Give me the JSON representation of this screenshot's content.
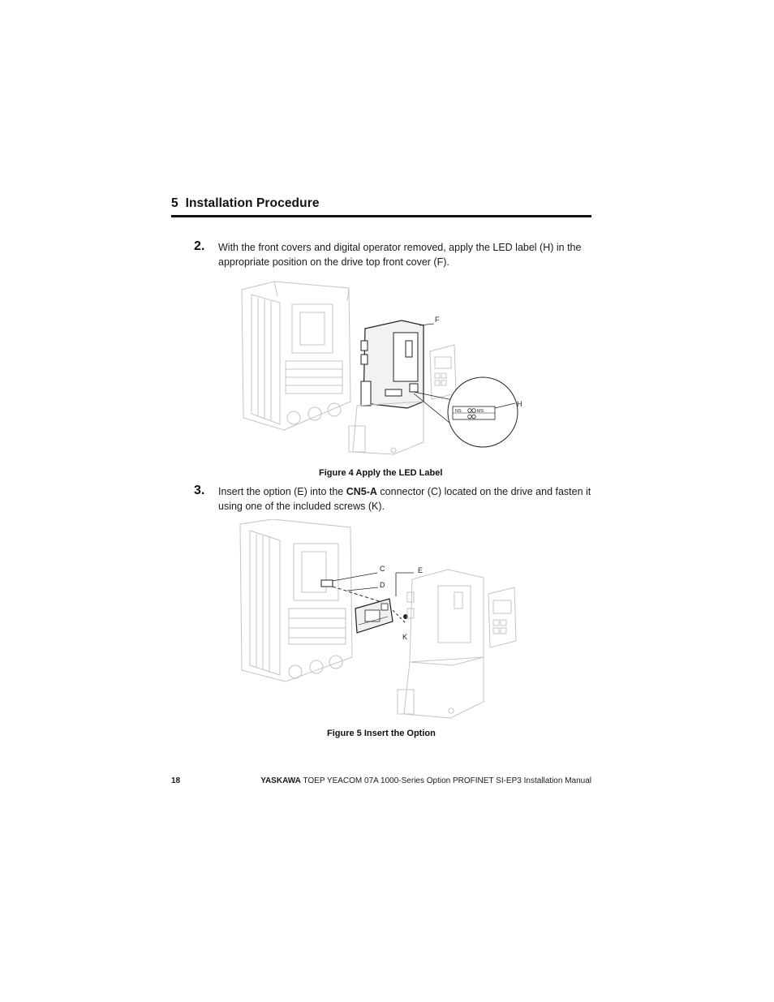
{
  "section": {
    "number": "5",
    "title": "Installation Procedure"
  },
  "steps": [
    {
      "number": "2.",
      "text_line1": "With the front covers and digital operator removed, apply the LED label (H) in the",
      "text_line2": "appropriate position on the drive top front cover (F)."
    },
    {
      "number": "3.",
      "text_before": "Insert the option (E) into the ",
      "text_bold": "CN5-A",
      "text_after": " connector (C) located on the drive and fasten it",
      "text_line2": "using one of the included screws (K)."
    }
  ],
  "figures": [
    {
      "caption": "Figure 4  Apply the LED Label",
      "callouts": {
        "f": "F",
        "h": "H"
      },
      "led_label": {
        "top_left": "NS",
        "top_right": "MS"
      }
    },
    {
      "caption": "Figure 5  Insert the Option",
      "callouts": {
        "c": "C",
        "d": "D",
        "e": "E",
        "k": "K"
      }
    }
  ],
  "footer": {
    "page_number": "18",
    "brand": "YASKAWA",
    "title": " TOEP YEACOM 07A 1000-Series Option PROFINET SI-EP3 Installation Manual"
  }
}
